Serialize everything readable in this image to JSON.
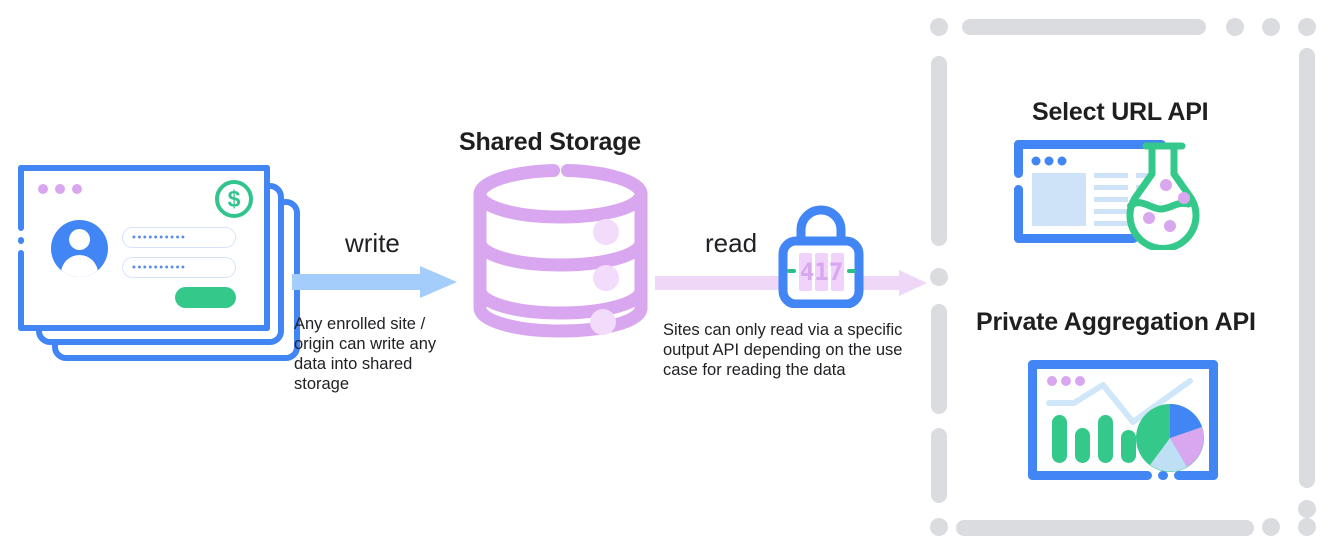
{
  "diagram": {
    "title": "Shared Storage write/read flow",
    "center_label": "Shared Storage",
    "write": {
      "label": "write",
      "caption": "Any enrolled site / origin can write any data into shared storage",
      "arrow_color": "#a4cdfb"
    },
    "read": {
      "label": "read",
      "caption": "Sites can only read via a specific output API depending on the use case for reading the data",
      "arrow_color": "#efd7f7",
      "lock_code": "417"
    },
    "source": {
      "name": "enrolled-sites-cards",
      "card_count": 3,
      "browser_dots": 3,
      "badge": "$",
      "field_values": [
        "••••••••••",
        "••••••••••"
      ],
      "submit_button_label": ""
    },
    "storage": {
      "name": "shared-storage-database",
      "bands": 3
    },
    "output_apis": [
      {
        "id": "select-url-api",
        "label": "Select URL API"
      },
      {
        "id": "private-aggregation-api",
        "label": "Private Aggregation API"
      }
    ],
    "colors": {
      "blue": "#4285f4",
      "light_blue": "#a4cdfb",
      "purple": "#d9a6f0",
      "light_purple": "#efd7f7",
      "green": "#34c98a",
      "gray": "#dadce0",
      "text": "#202124"
    }
  }
}
